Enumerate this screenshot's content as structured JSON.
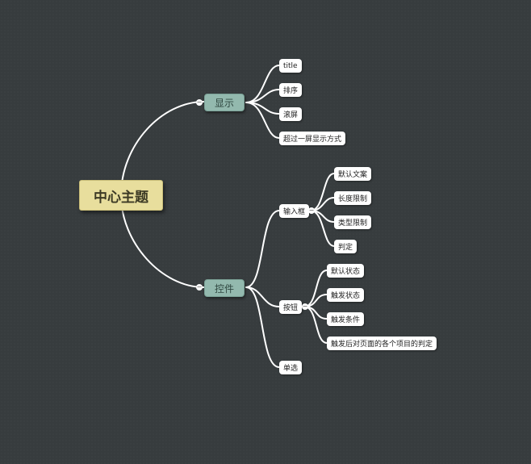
{
  "central": "中心主题",
  "branches": {
    "display": {
      "label": "显示",
      "children": [
        "title",
        "排序",
        "滚屏",
        "超过一屏显示方式"
      ]
    },
    "control": {
      "label": "控件",
      "input": {
        "label": "输入框",
        "children": [
          "默认文案",
          "长度限制",
          "类型限制",
          "判定"
        ]
      },
      "button": {
        "label": "按钮",
        "children": [
          "默认状态",
          "触发状态",
          "触发条件",
          "触发后对页面的各个项目的判定"
        ]
      },
      "radio": {
        "label": "单选"
      }
    }
  },
  "toggle_symbol": "−",
  "colors": {
    "background": "#373c3e",
    "central_fill": "#e8de9d",
    "main_fill": "#93b9ae",
    "sub_fill": "#ffffff",
    "line": "#ffffff"
  }
}
